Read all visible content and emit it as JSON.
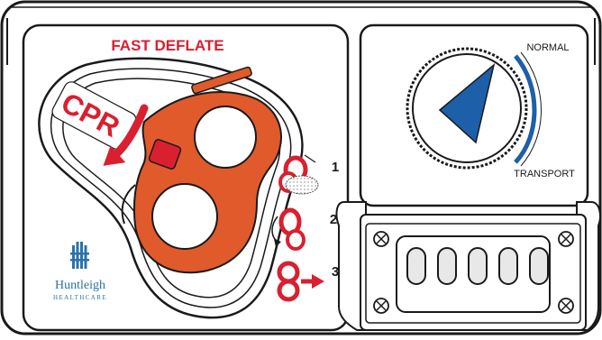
{
  "colors": {
    "accent_red": "#d92030",
    "cpr_orange": "#e05a2b",
    "knob_blue": "#1d5fa8",
    "brand_blue": "#2a73a8",
    "outline": "#1a1a1a",
    "panel": "#ffffff"
  },
  "left_panel": {
    "title": "FAST DEFLATE",
    "cpr_label": "CPR",
    "steps": [
      {
        "number": "1",
        "icon": "tag-pull-icon"
      },
      {
        "number": "2",
        "icon": "tag-rotate-icon"
      },
      {
        "number": "3",
        "icon": "tag-remove-icon"
      }
    ],
    "brand": {
      "name": "Huntleigh",
      "subtitle": "HEALTHCARE",
      "logo_icon": "huntleigh-logo-icon"
    }
  },
  "right_panel": {
    "knob": {
      "label_top": "NORMAL",
      "label_bottom": "TRANSPORT",
      "icon": "mode-dial-icon"
    },
    "connector": {
      "slot_count": 5,
      "screw_count": 4
    }
  }
}
